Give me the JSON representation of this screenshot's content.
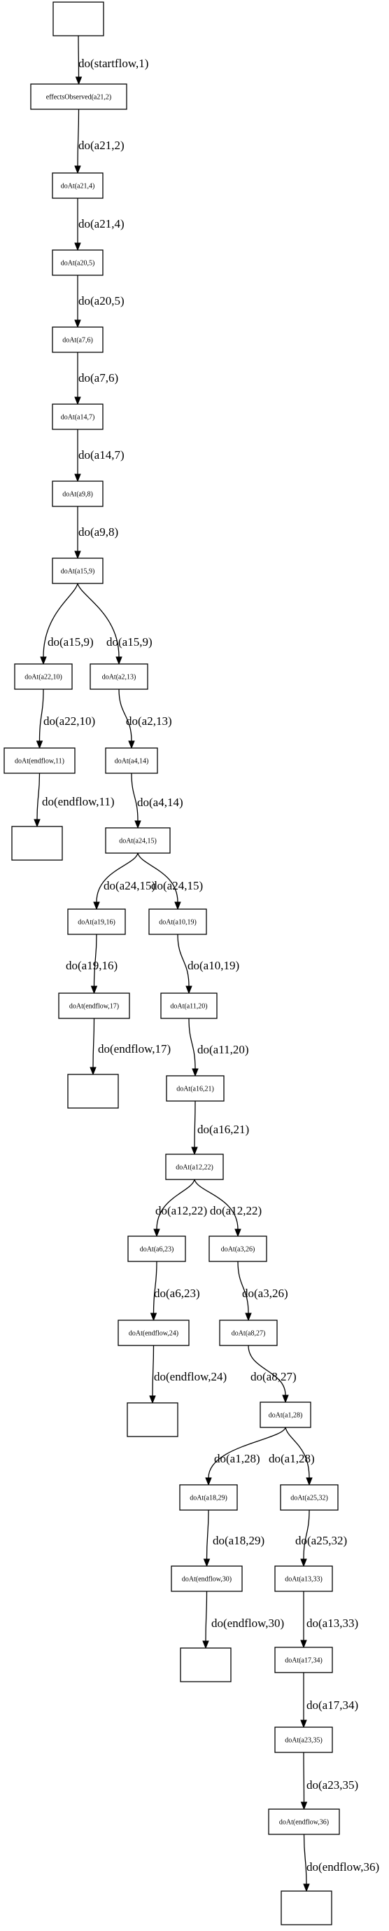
{
  "graph": {
    "nodes": [
      {
        "id": "start",
        "label": ""
      },
      {
        "id": "n_eo",
        "label": "effectsObserved(a21,2)"
      },
      {
        "id": "n_a21",
        "label": "doAt(a21,4)"
      },
      {
        "id": "n_a20",
        "label": "doAt(a20,5)"
      },
      {
        "id": "n_a7",
        "label": "doAt(a7,6)"
      },
      {
        "id": "n_a14",
        "label": "doAt(a14,7)"
      },
      {
        "id": "n_a9",
        "label": "doAt(a9,8)"
      },
      {
        "id": "n_a15",
        "label": "doAt(a15,9)"
      },
      {
        "id": "n_a22",
        "label": "doAt(a22,10)"
      },
      {
        "id": "n_a2",
        "label": "doAt(a2,13)"
      },
      {
        "id": "n_end11",
        "label": "doAt(endflow,11)"
      },
      {
        "id": "t1",
        "label": ""
      },
      {
        "id": "n_a4",
        "label": "doAt(a4,14)"
      },
      {
        "id": "n_a24",
        "label": "doAt(a24,15)"
      },
      {
        "id": "n_a19",
        "label": "doAt(a19,16)"
      },
      {
        "id": "n_a10",
        "label": "doAt(a10,19)"
      },
      {
        "id": "n_end17",
        "label": "doAt(endflow,17)"
      },
      {
        "id": "n_a11",
        "label": "doAt(a11,20)"
      },
      {
        "id": "t2",
        "label": ""
      },
      {
        "id": "n_a16",
        "label": "doAt(a16,21)"
      },
      {
        "id": "n_a12",
        "label": "doAt(a12,22)"
      },
      {
        "id": "n_a6",
        "label": "doAt(a6,23)"
      },
      {
        "id": "n_a3",
        "label": "doAt(a3,26)"
      },
      {
        "id": "n_end24",
        "label": "doAt(endflow,24)"
      },
      {
        "id": "n_a8",
        "label": "doAt(a8,27)"
      },
      {
        "id": "t3",
        "label": ""
      },
      {
        "id": "n_a1",
        "label": "doAt(a1,28)"
      },
      {
        "id": "n_a18",
        "label": "doAt(a18,29)"
      },
      {
        "id": "n_a25",
        "label": "doAt(a25,32)"
      },
      {
        "id": "n_end30",
        "label": "doAt(endflow,30)"
      },
      {
        "id": "n_a13",
        "label": "doAt(a13,33)"
      },
      {
        "id": "t4",
        "label": ""
      },
      {
        "id": "n_a17",
        "label": "doAt(a17,34)"
      },
      {
        "id": "n_a23",
        "label": "doAt(a23,35)"
      },
      {
        "id": "n_end36",
        "label": "doAt(endflow,36)"
      },
      {
        "id": "t5",
        "label": ""
      }
    ],
    "edges": [
      {
        "from": "start",
        "to": "n_eo",
        "label": "do(startflow,1)"
      },
      {
        "from": "n_eo",
        "to": "n_a21",
        "label": "do(a21,2)"
      },
      {
        "from": "n_a21",
        "to": "n_a20",
        "label": "do(a21,4)"
      },
      {
        "from": "n_a20",
        "to": "n_a7",
        "label": "do(a20,5)"
      },
      {
        "from": "n_a7",
        "to": "n_a14",
        "label": "do(a7,6)"
      },
      {
        "from": "n_a14",
        "to": "n_a9",
        "label": "do(a14,7)"
      },
      {
        "from": "n_a9",
        "to": "n_a15",
        "label": "do(a9,8)"
      },
      {
        "from": "n_a15",
        "to": "n_a22",
        "label": "do(a15,9)"
      },
      {
        "from": "n_a15",
        "to": "n_a2",
        "label": "do(a15,9)"
      },
      {
        "from": "n_a22",
        "to": "n_end11",
        "label": "do(a22,10)"
      },
      {
        "from": "n_a2",
        "to": "n_a4",
        "label": "do(a2,13)"
      },
      {
        "from": "n_end11",
        "to": "t1",
        "label": "do(endflow,11)"
      },
      {
        "from": "n_a4",
        "to": "n_a24",
        "label": "do(a4,14)"
      },
      {
        "from": "n_a24",
        "to": "n_a19",
        "label": "do(a24,15)"
      },
      {
        "from": "n_a24",
        "to": "n_a10",
        "label": "do(a24,15)"
      },
      {
        "from": "n_a19",
        "to": "n_end17",
        "label": "do(a19,16)"
      },
      {
        "from": "n_a10",
        "to": "n_a11",
        "label": "do(a10,19)"
      },
      {
        "from": "n_end17",
        "to": "t2",
        "label": "do(endflow,17)"
      },
      {
        "from": "n_a11",
        "to": "n_a16",
        "label": "do(a11,20)"
      },
      {
        "from": "n_a16",
        "to": "n_a12",
        "label": "do(a16,21)"
      },
      {
        "from": "n_a12",
        "to": "n_a6",
        "label": "do(a12,22)"
      },
      {
        "from": "n_a12",
        "to": "n_a3",
        "label": "do(a12,22)"
      },
      {
        "from": "n_a6",
        "to": "n_end24",
        "label": "do(a6,23)"
      },
      {
        "from": "n_a3",
        "to": "n_a8",
        "label": "do(a3,26)"
      },
      {
        "from": "n_end24",
        "to": "t3",
        "label": "do(endflow,24)"
      },
      {
        "from": "n_a8",
        "to": "n_a1",
        "label": "do(a8,27)"
      },
      {
        "from": "n_a1",
        "to": "n_a18",
        "label": "do(a1,28)"
      },
      {
        "from": "n_a1",
        "to": "n_a25",
        "label": "do(a1,28)"
      },
      {
        "from": "n_a18",
        "to": "n_end30",
        "label": "do(a18,29)"
      },
      {
        "from": "n_a25",
        "to": "n_a13",
        "label": "do(a25,32)"
      },
      {
        "from": "n_end30",
        "to": "t4",
        "label": "do(endflow,30)"
      },
      {
        "from": "n_a13",
        "to": "n_a17",
        "label": "do(a13,33)"
      },
      {
        "from": "n_a17",
        "to": "n_a23",
        "label": "do(a17,34)"
      },
      {
        "from": "n_a23",
        "to": "n_end36",
        "label": "do(a23,35)"
      },
      {
        "from": "n_end36",
        "to": "t5",
        "label": "do(endflow,36)"
      }
    ]
  }
}
